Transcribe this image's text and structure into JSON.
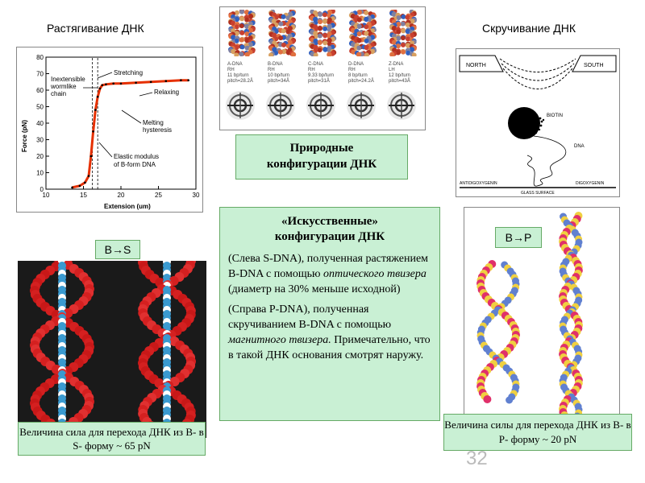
{
  "slide": {
    "page_number": "32",
    "left_title": "Растягивание ДНК",
    "right_title": "Скручивание ДНК",
    "natural_box": {
      "line1": "Природные",
      "line2": "конфигурации ДНК"
    },
    "artificial_box": {
      "title_line1": "«Искусственные»",
      "title_line2": "конфигурации ДНК",
      "p1_a": "(Слева S-DNA), полученная растяжением B-DNA с помощью",
      "p1_em": "оптического твизера",
      "p1_b": "(диаметр на 30% меньше исходной)",
      "p2_a": "(Справа P-DNA), полученная скручиванием B-DNA с помощью",
      "p2_em": "магнитного твизера.",
      "p2_b": "Примечательно, что в такой ДНК основания смотрят наружу."
    },
    "bs_label": "B→S",
    "bp_label": "B→P",
    "bs_caption": "Величина сила для  перехода ДНК из В- в S- форму  ~ 65 pN",
    "bp_caption": "Величина силы для перехода ДНК из В- в Р- форму  ~ 20 pN"
  },
  "force_chart": {
    "ylabel": "Force (pN)",
    "xlabel": "Extension (um)",
    "annotations": {
      "stretching": "Stretching",
      "inextensible": [
        "Inextensible",
        "wormlike",
        "chain"
      ],
      "relaxing": "Relaxing",
      "melting": [
        "Melting",
        "hysteresis"
      ],
      "elastic": [
        "Elastic modulus",
        "of B-form DNA"
      ]
    }
  },
  "chart_data": {
    "type": "line",
    "xlabel": "Extension (um)",
    "ylabel": "Force (pN)",
    "xlim": [
      10,
      30
    ],
    "ylim": [
      0,
      80
    ],
    "xticks": [
      10,
      15,
      20,
      25,
      30
    ],
    "yticks": [
      0,
      10,
      20,
      30,
      40,
      50,
      60,
      70,
      80
    ],
    "series": [
      {
        "x": [
          13.5,
          14.5,
          15.2,
          15.7,
          16.0,
          16.3,
          16.6,
          16.9,
          17.2,
          17.5,
          18.0,
          19.0,
          20.0,
          22.0,
          24.0,
          26.0,
          28.0,
          29.0
        ],
        "y": [
          1,
          2,
          4,
          8,
          20,
          35,
          48,
          56,
          61,
          63,
          63.5,
          64,
          64,
          64.5,
          65,
          65.5,
          66,
          66
        ]
      }
    ]
  },
  "dna_forms": [
    {
      "name": "A-DNA",
      "hand": "RH",
      "bp": "11 bp/turn",
      "pitch": "pitch=28.2Å"
    },
    {
      "name": "B-DNA",
      "hand": "RH",
      "bp": "10 bp/turn",
      "pitch": "pitch=34Å"
    },
    {
      "name": "C-DNA",
      "hand": "RH",
      "bp": "9.33 bp/turn",
      "pitch": "pitch=31Å"
    },
    {
      "name": "D-DNA",
      "hand": "RH",
      "bp": "8 bp/turn",
      "pitch": "pitch=24.2Å"
    },
    {
      "name": "Z-DNA",
      "hand": "LH",
      "bp": "12 bp/turn",
      "pitch": "pitch=43Å"
    }
  ],
  "magnetic": {
    "north": "NORTH",
    "south": "SOUTH",
    "biotin": "BIOTIN",
    "dna": "DNA",
    "anti": "ANTIDIGOXYGENIN",
    "digo": "DIGOXYGENIN",
    "glass": "GLASS SURFACE"
  }
}
